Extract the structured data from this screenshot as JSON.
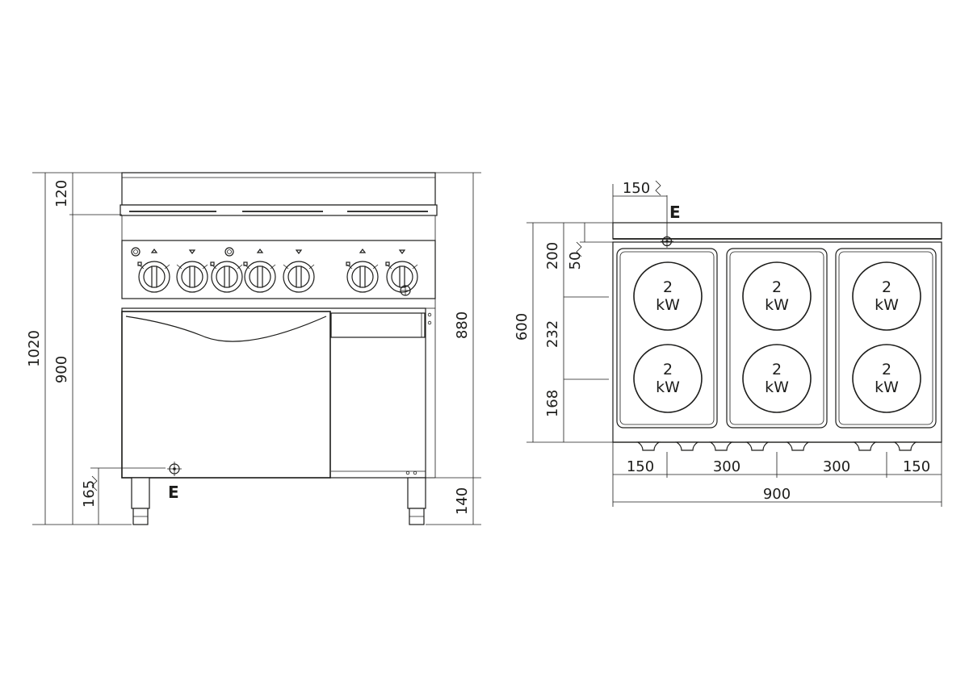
{
  "front_view": {
    "dims": {
      "total_height": "1020",
      "top_panel": "120",
      "body_height": "900",
      "work_height": "880",
      "leg_height": "140",
      "connection_height": "165"
    },
    "connection_label": "E"
  },
  "top_view": {
    "dims": {
      "connection_offset": "150",
      "depth": "600",
      "back_zone": "200",
      "connection_depth": "50",
      "middle_zone": "232",
      "front_zone": "168",
      "seg_1": "150",
      "seg_2": "300",
      "seg_3": "300",
      "seg_4": "150",
      "width": "900"
    },
    "connection_label": "E",
    "plates": [
      {
        "power": "2",
        "unit": "kW"
      },
      {
        "power": "2",
        "unit": "kW"
      },
      {
        "power": "2",
        "unit": "kW"
      },
      {
        "power": "2",
        "unit": "kW"
      },
      {
        "power": "2",
        "unit": "kW"
      },
      {
        "power": "2",
        "unit": "kW"
      }
    ]
  }
}
